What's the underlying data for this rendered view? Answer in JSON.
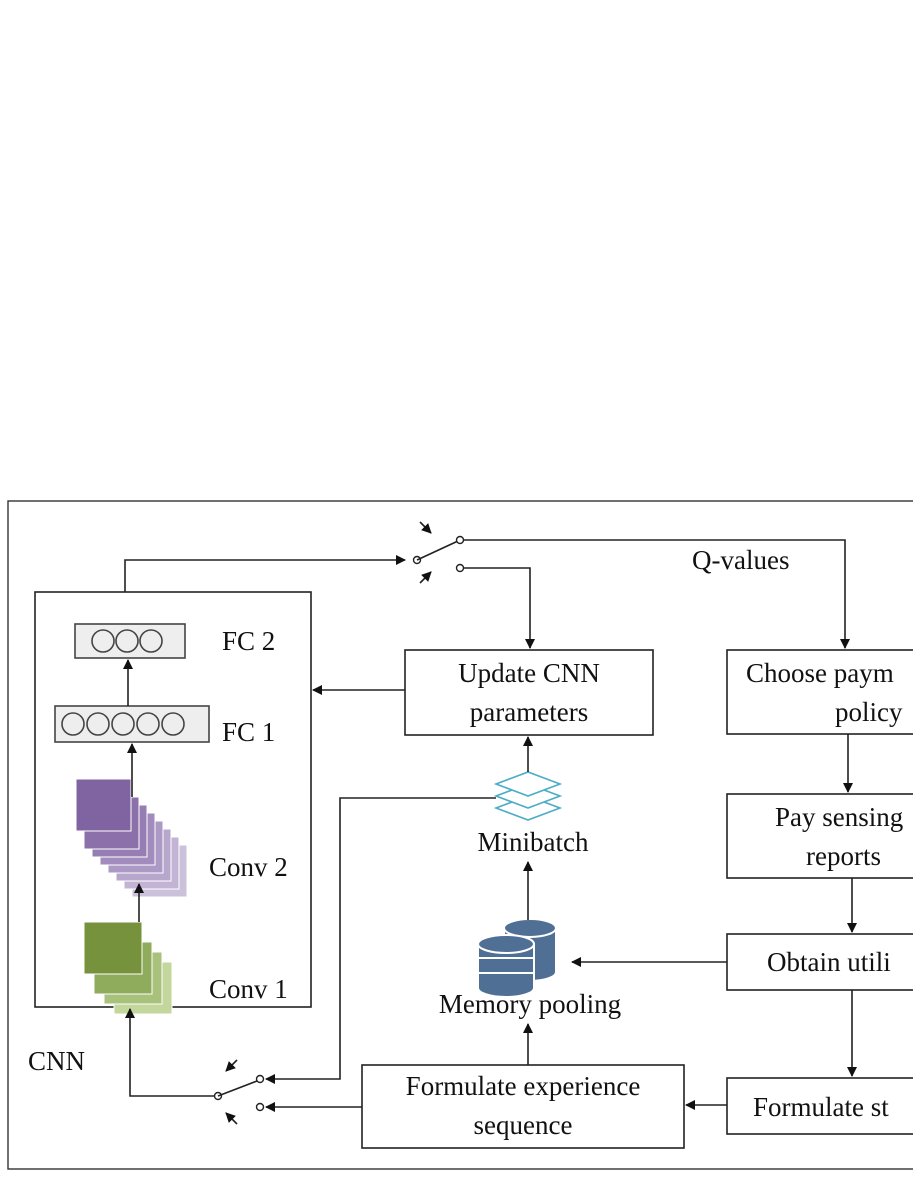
{
  "nodes": {
    "update_cnn": {
      "line1": "Update CNN",
      "line2": "parameters"
    },
    "choose_payment": {
      "line1": "Choose paym",
      "line2": "policy"
    },
    "pay_sensing": {
      "line1": "Pay sensing",
      "line2": "reports"
    },
    "obtain_utility": {
      "label": "Obtain utili"
    },
    "formulate_state": {
      "label": "Formulate st"
    },
    "formulate_experience": {
      "line1": "Formulate experience",
      "line2": "sequence"
    }
  },
  "labels": {
    "q_values": "Q-values",
    "minibatch": "Minibatch",
    "memory_pooling": "Memory pooling",
    "cnn": "CNN",
    "fc2": "FC 2",
    "fc1": "FC 1",
    "conv2": "Conv 2",
    "conv1": "Conv 1"
  },
  "icons": [
    "switch-icon",
    "stacked-layers-icon",
    "database-icon",
    "neuron-icon"
  ],
  "colors": {
    "conv1_dark": "#76923c",
    "conv1_light": "#c3d69b",
    "conv2_dark": "#8064a2",
    "conv2_light": "#ccc1da",
    "database": "#4f6f94",
    "minibatch": "#4bacc6",
    "fc_fill": "#eeeeee"
  }
}
